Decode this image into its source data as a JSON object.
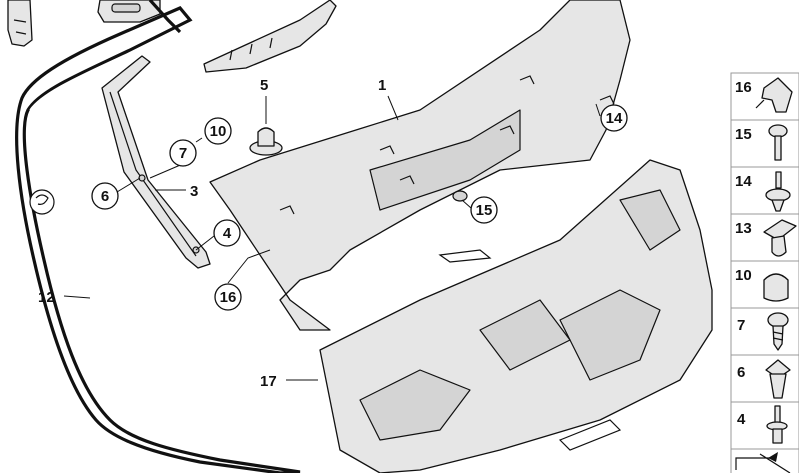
{
  "diagram": {
    "callouts_plain": [
      {
        "label": "5"
      },
      {
        "label": "1"
      },
      {
        "label": "3"
      },
      {
        "label": "12"
      },
      {
        "label": "17"
      }
    ],
    "callouts_circled": [
      {
        "label": "10"
      },
      {
        "label": "7"
      },
      {
        "label": "6"
      },
      {
        "label": "4"
      },
      {
        "label": "16"
      },
      {
        "label": "14"
      },
      {
        "label": "15"
      }
    ],
    "legend_parts": [
      {
        "label": "16",
        "icon": "clip-bracket-icon"
      },
      {
        "label": "15",
        "icon": "expanding-rivet-icon"
      },
      {
        "label": "14",
        "icon": "push-clip-icon"
      },
      {
        "label": "13",
        "icon": "clip-nut-icon"
      },
      {
        "label": "10",
        "icon": "cap-icon"
      },
      {
        "label": "7",
        "icon": "screw-icon"
      },
      {
        "label": "6",
        "icon": "spreading-nut-icon"
      },
      {
        "label": "4",
        "icon": "stud-icon"
      }
    ]
  }
}
